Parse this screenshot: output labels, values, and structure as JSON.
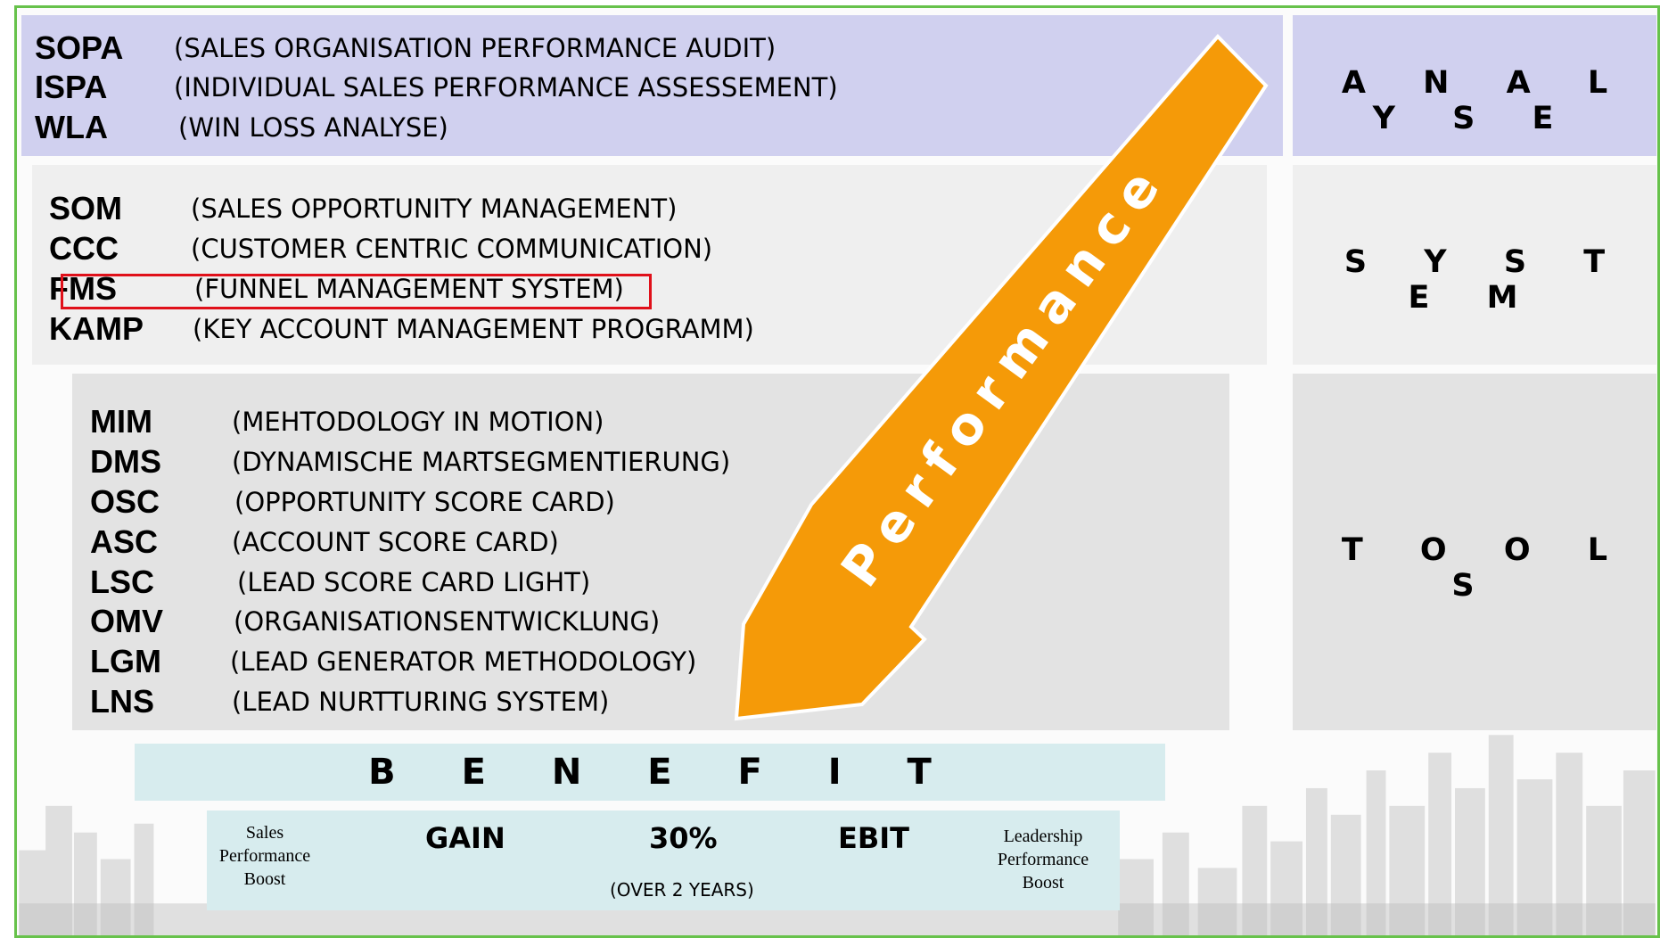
{
  "analyse": {
    "label": "A N A L Y S E",
    "items": [
      {
        "abbr": "SOPA",
        "desc": "(SALES ORGANISATION PERFORMANCE AUDIT)"
      },
      {
        "abbr": "ISPA",
        "desc": "(INDIVIDUAL SALES PERFORMANCE ASSESSEMENT)"
      },
      {
        "abbr": "WLA",
        "desc": "(WIN LOSS ANALYSE)"
      }
    ]
  },
  "system": {
    "label": "S Y S T E M",
    "items": [
      {
        "abbr": "SOM",
        "desc": "(SALES OPPORTUNITY MANAGEMENT)"
      },
      {
        "abbr": "CCC",
        "desc": "(CUSTOMER CENTRIC COMMUNICATION)"
      },
      {
        "abbr": "FMS",
        "desc": "(FUNNEL MANAGEMENT SYSTEM)"
      },
      {
        "abbr": "KAMP",
        "desc": "(KEY ACCOUNT MANAGEMENT PROGRAMM)"
      }
    ]
  },
  "tools": {
    "label": "T O O L S",
    "items": [
      {
        "abbr": "MIM",
        "desc": "(MEHTODOLOGY IN MOTION)"
      },
      {
        "abbr": "DMS",
        "desc": "(DYNAMISCHE MARTSEGMENTIERUNG)"
      },
      {
        "abbr": "OSC",
        "desc": "(OPPORTUNITY SCORE CARD)"
      },
      {
        "abbr": "ASC",
        "desc": "(ACCOUNT SCORE CARD)"
      },
      {
        "abbr": "LSC",
        "desc": "(LEAD SCORE CARD LIGHT)"
      },
      {
        "abbr": "OMV",
        "desc": "(ORGANISATIONSENTWICKLUNG)"
      },
      {
        "abbr": "LGM",
        "desc": "(LEAD GENERATOR METHODOLOGY)"
      },
      {
        "abbr": "LNS",
        "desc": "(LEAD NURTTURING SYSTEM)"
      }
    ]
  },
  "arrow": {
    "label": "Performance",
    "color": "#f59a08"
  },
  "highlight_color": "#e0101a",
  "benefit": {
    "title": "B E N E F I T",
    "left_note": [
      "Sales",
      "Performance",
      "Boost"
    ],
    "gain": "GAIN",
    "percent": "30%",
    "ebit": "EBIT",
    "period": "(OVER 2 YEARS)",
    "right_note": [
      "Leadership",
      "Performance",
      "Boost"
    ]
  },
  "colors": {
    "analyse_band": "#d0d0ef",
    "system_band": "#efefef",
    "tools_band": "#e3e3e3",
    "benefit_band": "#d7ecee",
    "frame": "#67c24b"
  }
}
